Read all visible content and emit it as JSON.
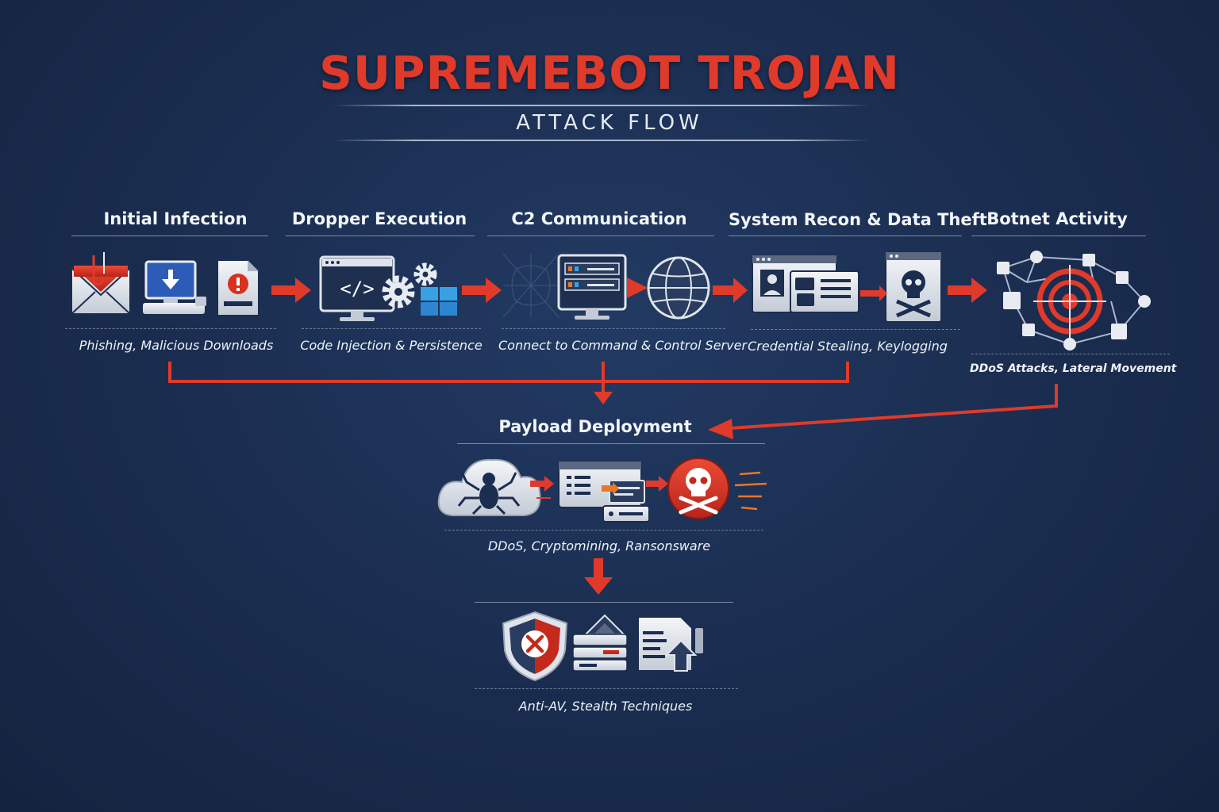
{
  "title": "SUPREMEBOT TROJAN",
  "subtitle": "ATTACK FLOW",
  "stages": [
    {
      "label": "Initial Infection",
      "description": "Phishing, Malicious Downloads",
      "icons": [
        "envelope-hook-icon",
        "monitor-download-icon",
        "warning-document-icon"
      ]
    },
    {
      "label": "Dropper Execution",
      "description": "Code Injection & Persistence",
      "icons": [
        "code-monitor-icon",
        "gears-icon",
        "windows-icon"
      ]
    },
    {
      "label": "C2 Communication",
      "description": "Connect to Command & Control Server",
      "icons": [
        "server-monitor-icon",
        "globe-icon"
      ]
    },
    {
      "label": "System Recon & Data Theft",
      "description": "Credential Stealing, Keylogging",
      "icons": [
        "id-card-window-icon",
        "skull-window-icon"
      ]
    },
    {
      "label": "Botnet Activity",
      "description": "DDoS Attacks, Lateral Movement",
      "icons": [
        "network-target-icon"
      ]
    }
  ],
  "payload": {
    "label": "Payload Deployment",
    "description": "DDoS, Cryptomining, Ransonsware",
    "icons": [
      "cloud-spider-icon",
      "server-window-icon",
      "skull-circle-icon"
    ]
  },
  "evasion": {
    "description": "Anti-AV, Stealth Techniques",
    "icons": [
      "shield-x-icon",
      "hat-server-icon",
      "document-upload-icon"
    ]
  },
  "colors": {
    "background": "#1b2d50",
    "accent": "#e03a2a",
    "text": "#f2f5fa",
    "rule": "#7d8aa2"
  }
}
